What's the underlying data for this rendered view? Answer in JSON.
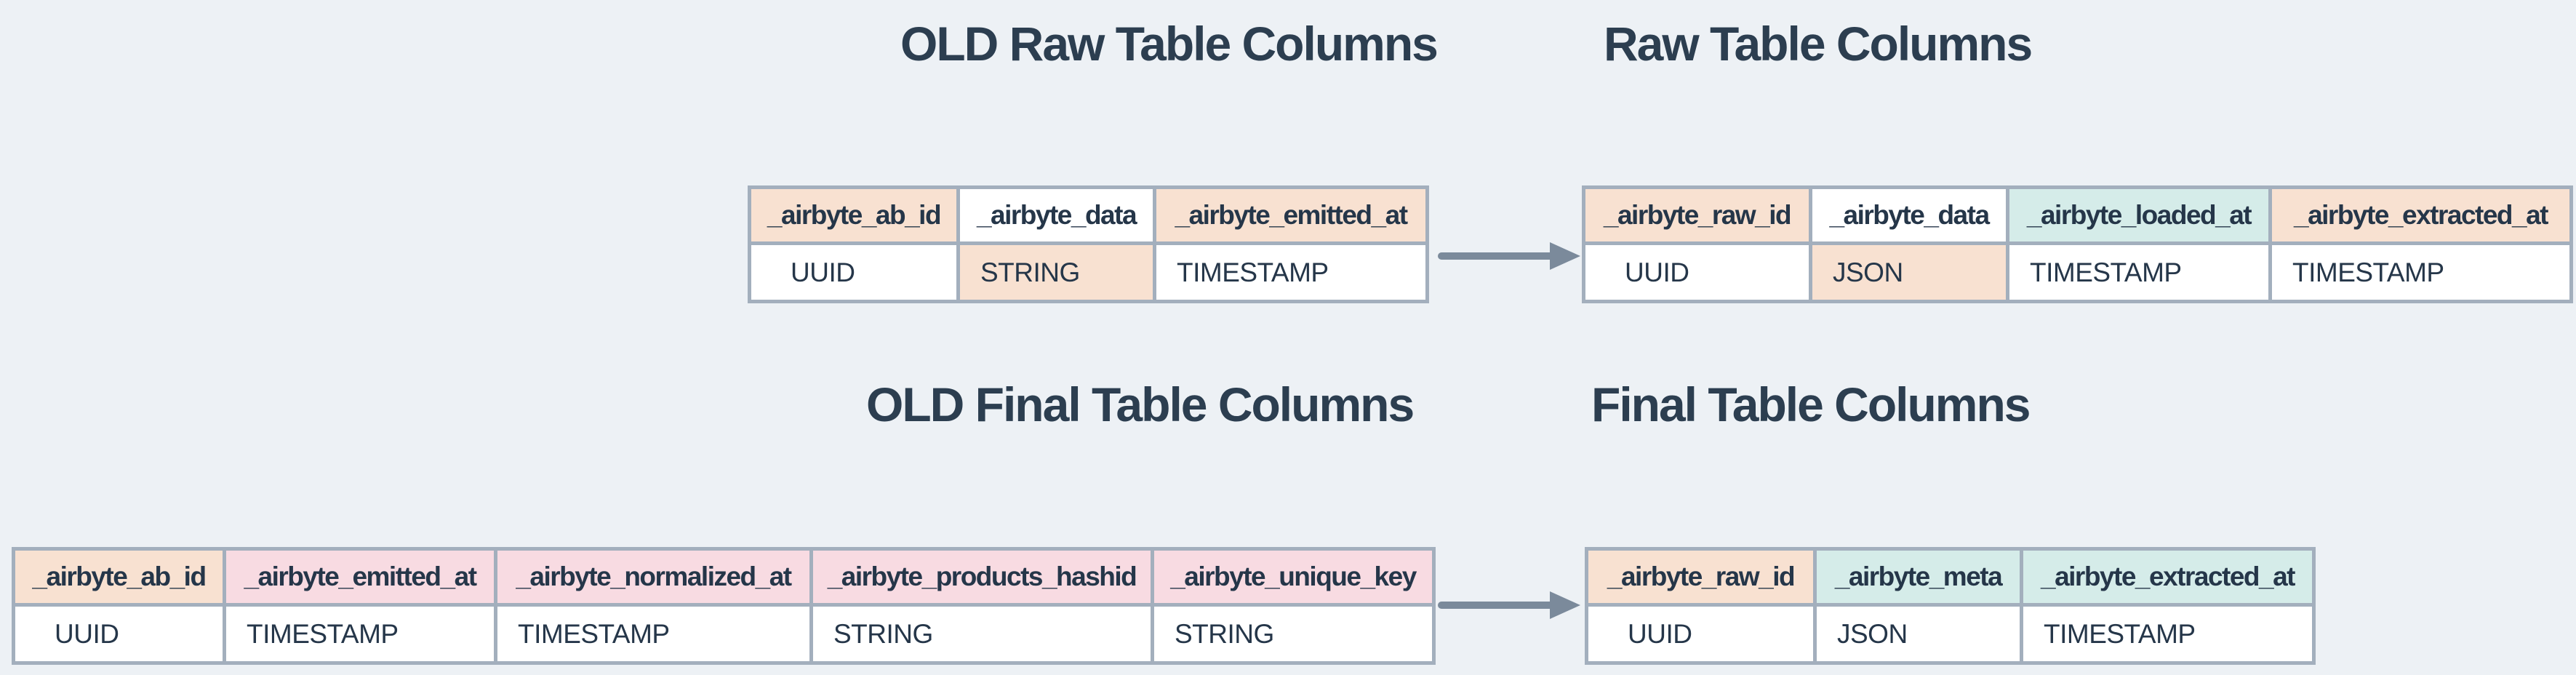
{
  "colors": {
    "bg": "#edf1f5",
    "border": "#a3afbd",
    "text": "#253649",
    "title": "#2c3e50",
    "arrow": "#7b8a9b",
    "peach": "#f8e1d1",
    "pink": "#f8dbe2",
    "teal": "#d5ece9",
    "white": "#ffffff"
  },
  "icons": {
    "raw_arrow": "arrow-right-icon",
    "final_arrow": "arrow-right-icon"
  },
  "tables": {
    "old_raw": {
      "title": "OLD Raw Table Columns",
      "columns": [
        {
          "name": "_airbyte_ab_id",
          "type": "UUID",
          "header_color": "peach",
          "type_color": "white"
        },
        {
          "name": "_airbyte_data",
          "type": "STRING",
          "header_color": "white",
          "type_color": "peach"
        },
        {
          "name": "_airbyte_emitted_at",
          "type": "TIMESTAMP",
          "header_color": "peach",
          "type_color": "white"
        }
      ]
    },
    "raw": {
      "title": "Raw Table Columns",
      "columns": [
        {
          "name": "_airbyte_raw_id",
          "type": "UUID",
          "header_color": "peach",
          "type_color": "white"
        },
        {
          "name": "_airbyte_data",
          "type": "JSON",
          "header_color": "white",
          "type_color": "peach"
        },
        {
          "name": "_airbyte_loaded_at",
          "type": "TIMESTAMP",
          "header_color": "teal",
          "type_color": "white"
        },
        {
          "name": "_airbyte_extracted_at",
          "type": "TIMESTAMP",
          "header_color": "peach",
          "type_color": "white"
        }
      ]
    },
    "old_final": {
      "title": "OLD Final Table Columns",
      "columns": [
        {
          "name": "_airbyte_ab_id",
          "type": "UUID",
          "header_color": "peach",
          "type_color": "white"
        },
        {
          "name": "_airbyte_emitted_at",
          "type": "TIMESTAMP",
          "header_color": "pink",
          "type_color": "white"
        },
        {
          "name": "_airbyte_normalized_at",
          "type": "TIMESTAMP",
          "header_color": "pink",
          "type_color": "white"
        },
        {
          "name": "_airbyte_products_hashid",
          "type": "STRING",
          "header_color": "pink",
          "type_color": "white"
        },
        {
          "name": "_airbyte_unique_key",
          "type": "STRING",
          "header_color": "pink",
          "type_color": "white"
        }
      ]
    },
    "final": {
      "title": "Final Table Columns",
      "columns": [
        {
          "name": "_airbyte_raw_id",
          "type": "UUID",
          "header_color": "peach",
          "type_color": "white"
        },
        {
          "name": "_airbyte_meta",
          "type": "JSON",
          "header_color": "teal",
          "type_color": "white"
        },
        {
          "name": "_airbyte_extracted_at",
          "type": "TIMESTAMP",
          "header_color": "teal",
          "type_color": "white"
        }
      ]
    }
  }
}
